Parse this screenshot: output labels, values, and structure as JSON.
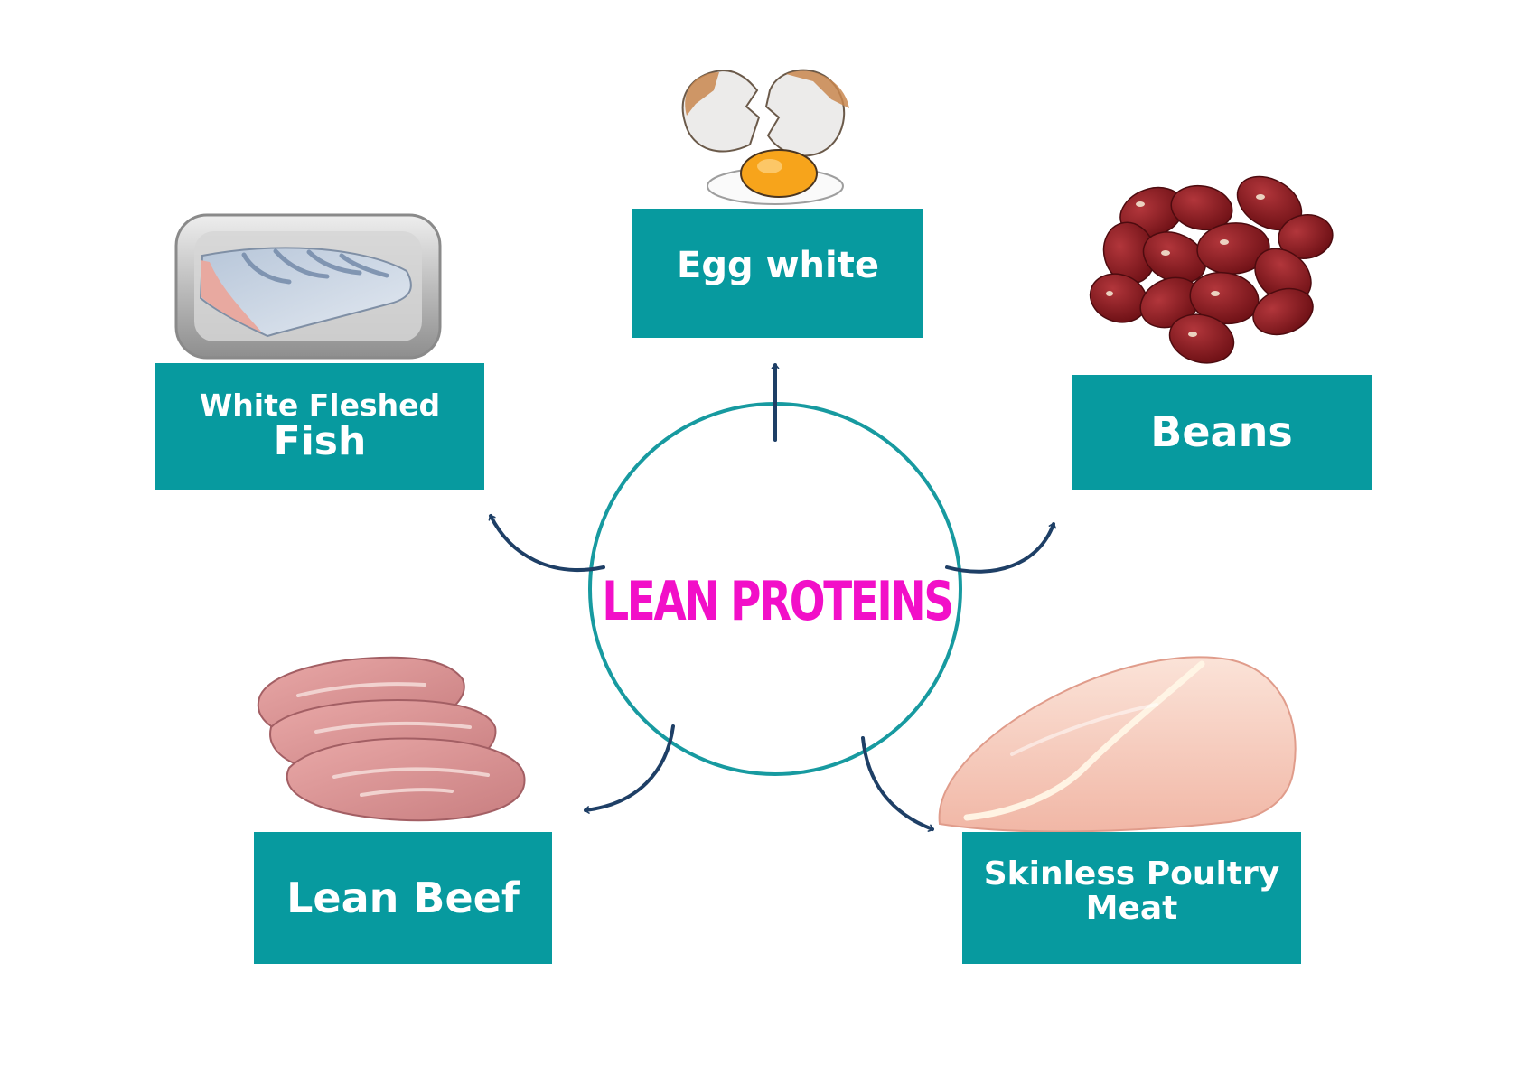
{
  "center": {
    "title": "LEAN PROTEINS"
  },
  "items": {
    "egg": {
      "label": "Egg white"
    },
    "fish": {
      "line1": "White Fleshed",
      "line2": "Fish"
    },
    "beans": {
      "label": "Beans"
    },
    "beef": {
      "label": "Lean Beef"
    },
    "poultry": {
      "line1": "Skinless Poultry",
      "line2": "Meat"
    }
  },
  "colors": {
    "box": "#079A9F",
    "circle": "#179AA0",
    "arrow": "#1E3F66",
    "title": "#F20FC8"
  }
}
